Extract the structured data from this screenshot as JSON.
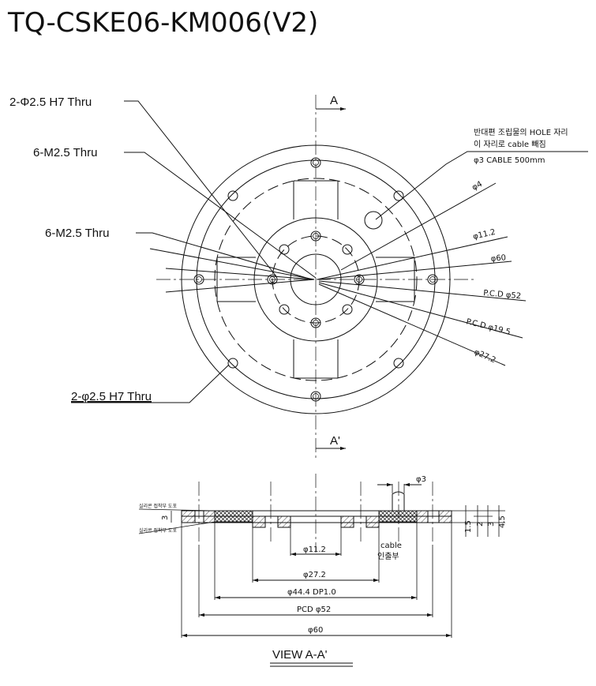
{
  "title": "TQ-CSKE06-KM006(V2)",
  "section": {
    "top": "A",
    "bottom": "A'"
  },
  "callouts": {
    "pin_top": "2-Φ2.5 H7 Thru",
    "tap_1": "6-M2.5 Thru",
    "tap_2": "6-M2.5 Thru",
    "pin_bottom": "2-φ2.5 H7 Thru"
  },
  "note": {
    "line1": "반대편 조립물의 HOLE 자리",
    "line2": "이 자리로 cable 빼짐",
    "line3": "φ3 CABLE 500mm"
  },
  "radial_dims": {
    "d4": "φ4",
    "d11": "φ11.2",
    "d60": "φ60",
    "pcd52": "P.C.D φ52",
    "pcd19": "P.C.D φ19.5",
    "d27": "φ27.2"
  },
  "section_view": {
    "cable_dia": "φ3",
    "side_top": "실리콘 접착부 도포",
    "side_bottom": "실리콘 접착부 도포",
    "left_h": "3",
    "h_1_5": "1.5",
    "h_2": "2",
    "h_3": "3",
    "h_4_5": "4.5",
    "cable_exit_1": "cable",
    "cable_exit_2": "인출부",
    "dim_11": "φ11.2",
    "dim_27": "φ27.2",
    "dim_44": "φ44.4 DP1.0",
    "dim_pcd": "PCD φ52",
    "dim_60": "φ60",
    "view_label": "VIEW A-A'"
  }
}
